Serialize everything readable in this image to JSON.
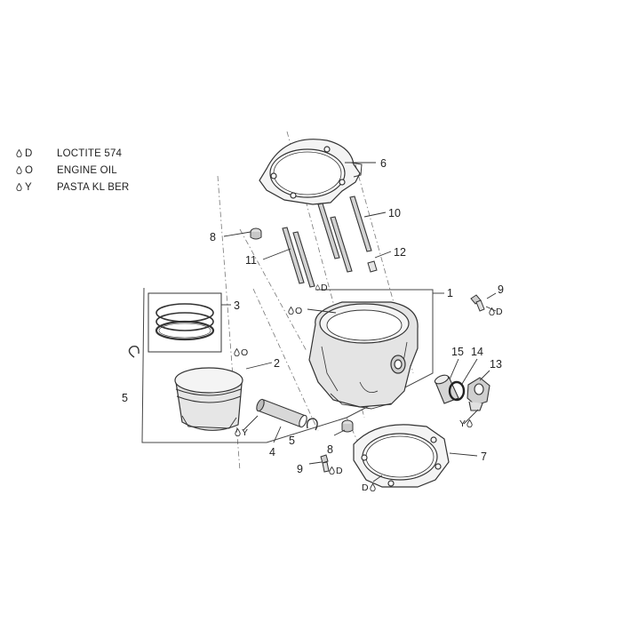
{
  "legend": [
    {
      "code": "D",
      "text": "LOCTITE 574"
    },
    {
      "code": "O",
      "text": "ENGINE OIL"
    },
    {
      "code": "Y",
      "text": "PASTA KL BER"
    }
  ],
  "callouts": {
    "c1": "1",
    "c2": "2",
    "c3": "3",
    "c4": "4",
    "c5a": "5",
    "c5b": "5",
    "c6": "6",
    "c7": "7",
    "c8a": "8",
    "c8b": "8",
    "c9a": "9",
    "c9b": "9",
    "c10": "10",
    "c11": "11",
    "c12": "12",
    "c13": "13",
    "c14": "14",
    "c15": "15"
  },
  "marks": {
    "m_cyl_o": "O",
    "m_piston_o": "O",
    "m_pin_y": "Y",
    "m_stud_d": "D",
    "m_9_d": "D",
    "m_8_d": "D",
    "m_13_y": "Y",
    "m_7_d": "D"
  },
  "colors": {
    "line": "#333333",
    "fill_light": "#e9e9e9",
    "fill_mid": "#bdbdbd"
  }
}
